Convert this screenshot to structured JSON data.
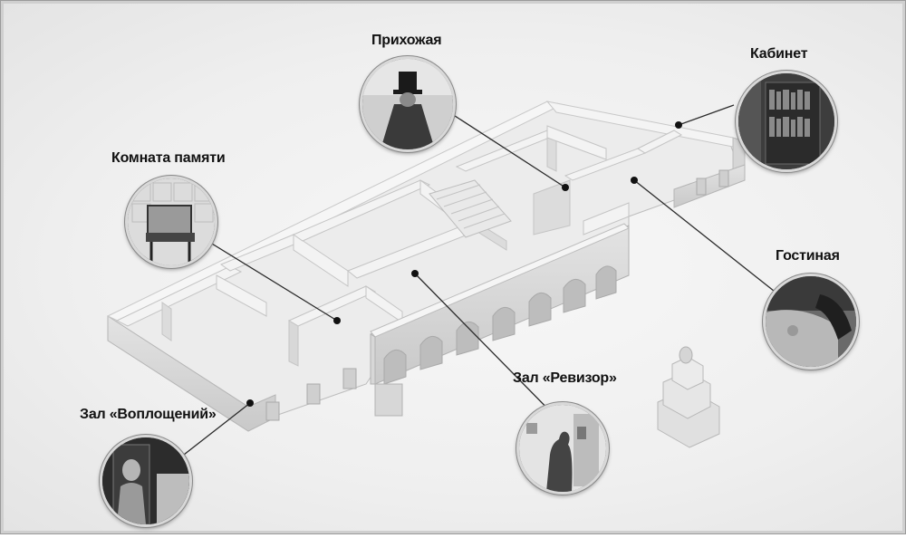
{
  "rooms": {
    "entrance_hall": "Прихожая",
    "study": "Кабинет",
    "memory_room": "Комната памяти",
    "living_room": "Гостиная",
    "revizor_hall": "Зал «Ревизор»",
    "embodiments_hall": "Зал «Воплощений»"
  }
}
